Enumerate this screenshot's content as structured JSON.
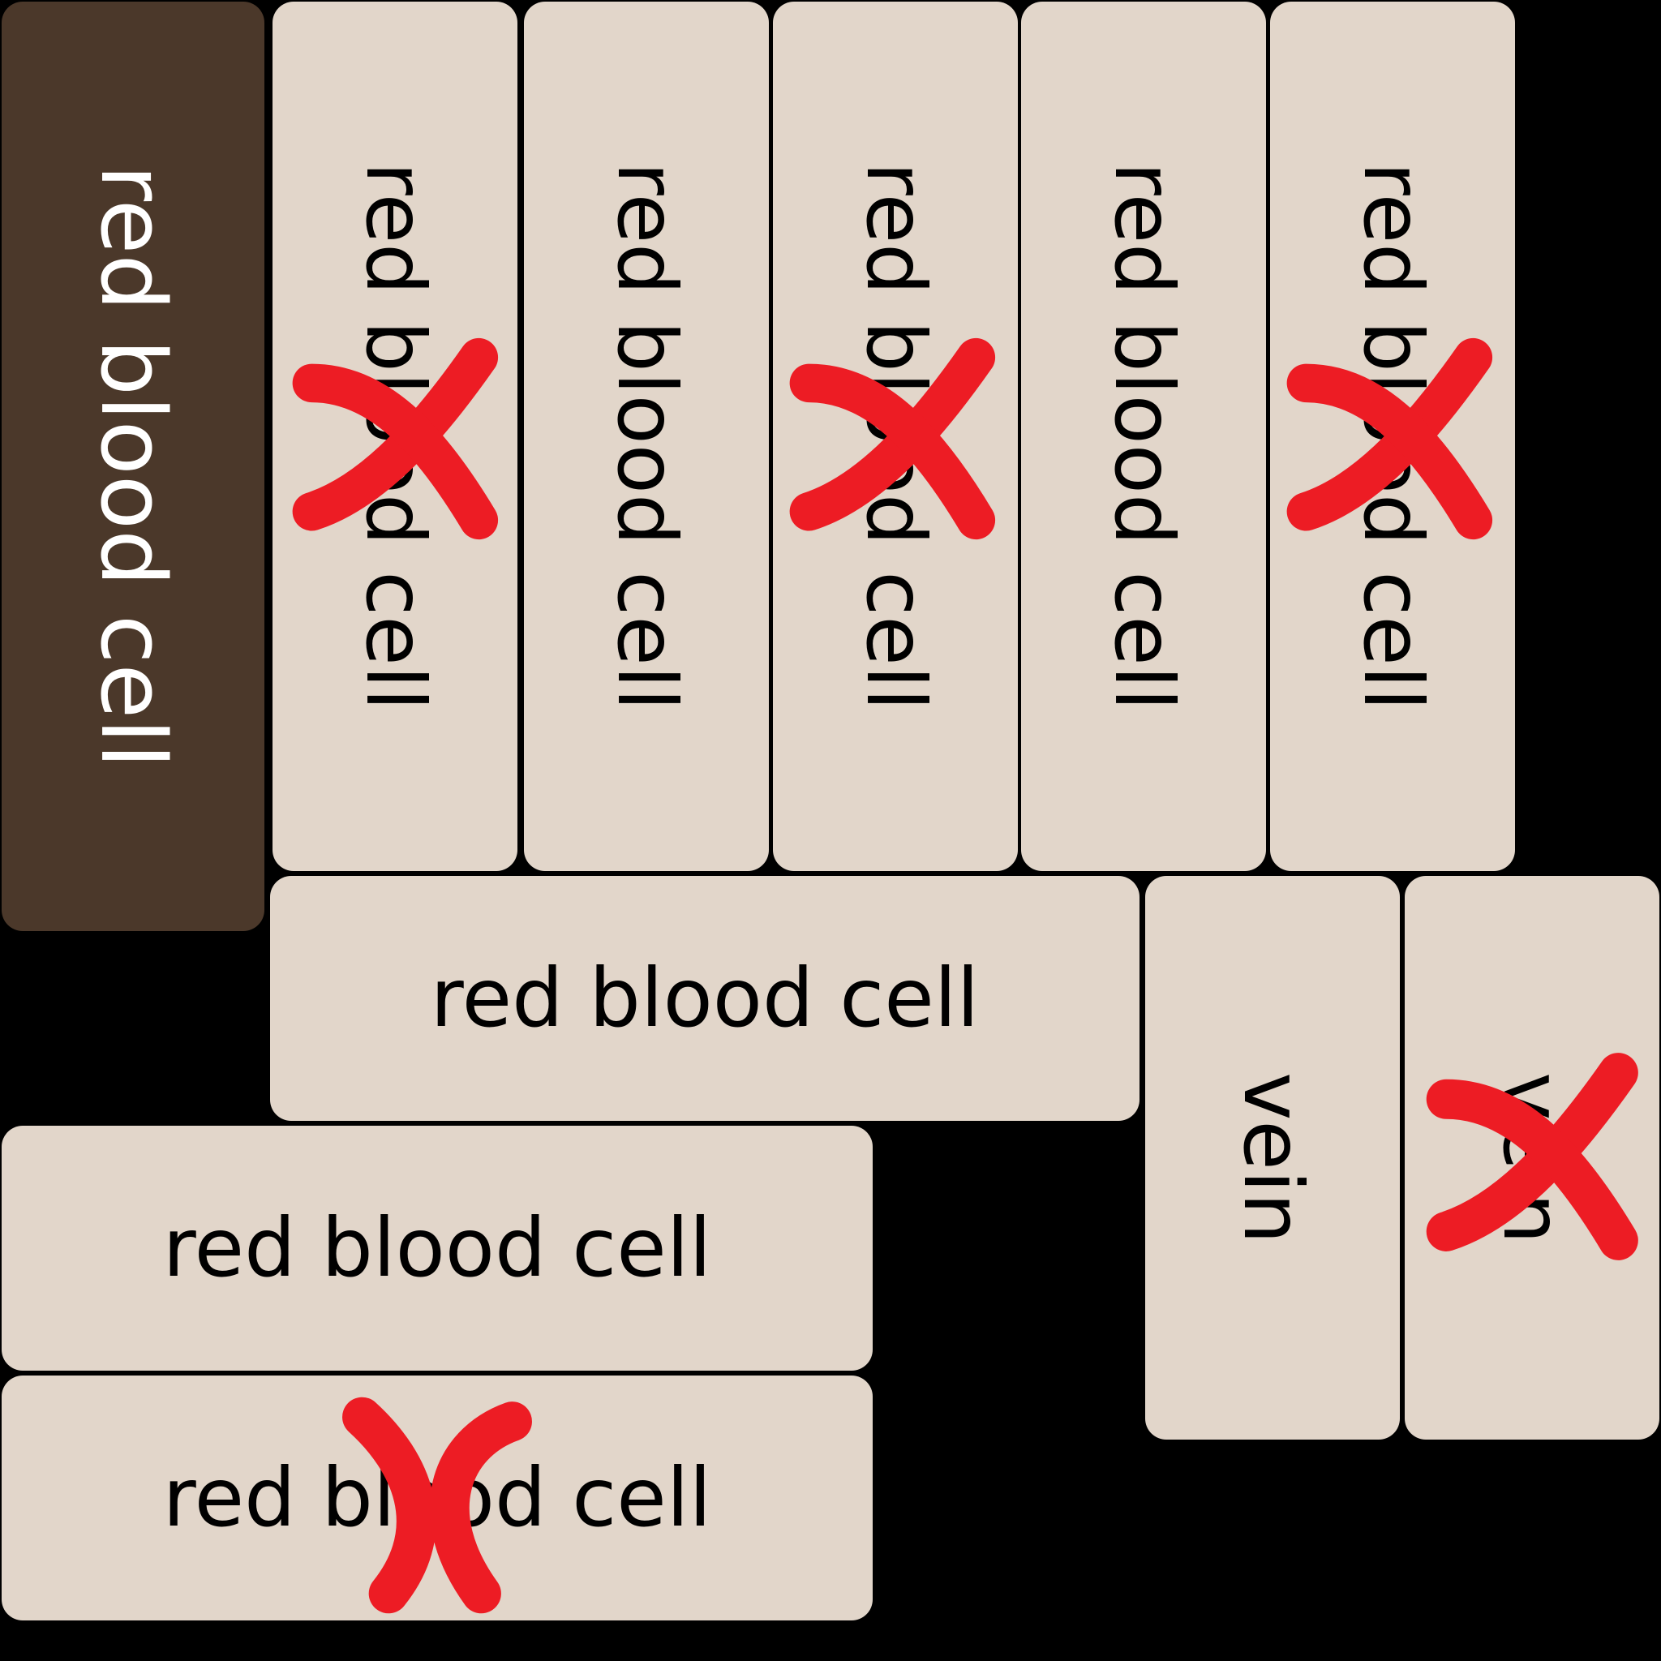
{
  "board": {
    "selected_tile": {
      "label": "red blood cell"
    },
    "tiles": [
      {
        "label": "red blood cell",
        "crossed": true
      },
      {
        "label": "red blood cell",
        "crossed": false
      },
      {
        "label": "red blood cell",
        "crossed": true
      },
      {
        "label": "red blood cell",
        "crossed": false
      },
      {
        "label": "red blood cell",
        "crossed": true
      },
      {
        "label": "red blood cell",
        "crossed": false
      },
      {
        "label": "vein",
        "crossed": false
      },
      {
        "label": "vein",
        "crossed": true
      },
      {
        "label": "red blood cell",
        "crossed": false
      },
      {
        "label": "red blood cell",
        "crossed": true
      }
    ],
    "colors": {
      "background": "#000000",
      "tile": "#e2d6ca",
      "selected_tile": "#4b382a",
      "cross_mark": "#ed1c24",
      "text": "#000000",
      "selected_text": "#ffffff"
    },
    "icons": {
      "cross_mark": "x-mark-icon"
    }
  }
}
